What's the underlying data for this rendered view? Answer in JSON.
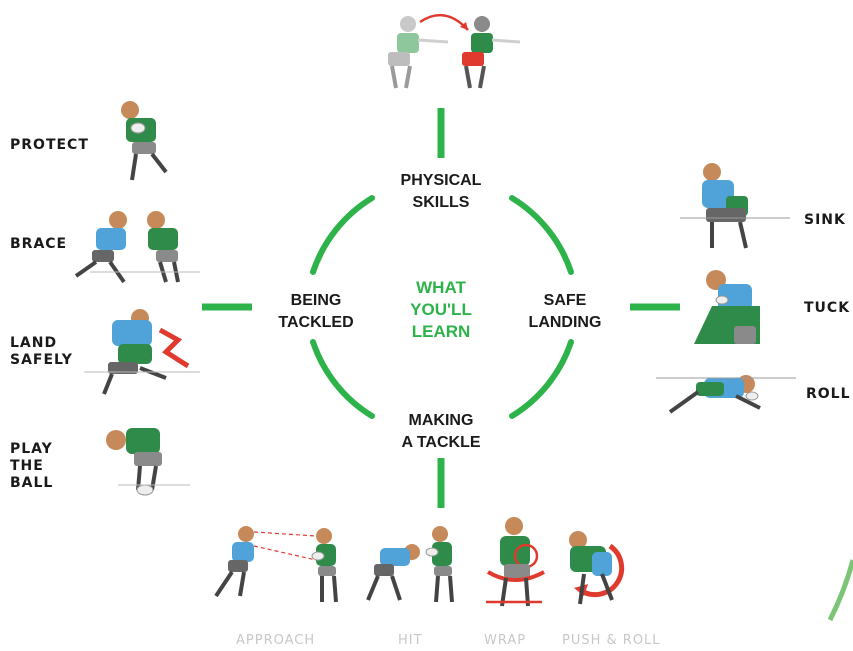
{
  "center": {
    "title_line1": "WHAT",
    "title_line2": "YOU'LL",
    "title_line3": "LEARN"
  },
  "hubs": {
    "top_line1": "PHYSICAL",
    "top_line2": "SKILLS",
    "right_line1": "SAFE",
    "right_line2": "LANDING",
    "bottom_line1": "MAKING",
    "bottom_line2": "A TACKLE",
    "left_line1": "BEING",
    "left_line2": "TACKLED"
  },
  "left_skills": [
    "PROTECT",
    "BRACE",
    "LAND\nSAFELY",
    "PLAY\nTHE\nBALL"
  ],
  "right_skills": [
    "SINK",
    "TUCK",
    "ROLL"
  ],
  "bottom_skills": [
    "APPROACH",
    "HIT",
    "WRAP",
    "PUSH & ROLL"
  ],
  "colors": {
    "green": "#2db34a",
    "jersey_green": "#2e8b4a",
    "jersey_blue": "#4fa3d9",
    "accent_red": "#e03a2e"
  }
}
